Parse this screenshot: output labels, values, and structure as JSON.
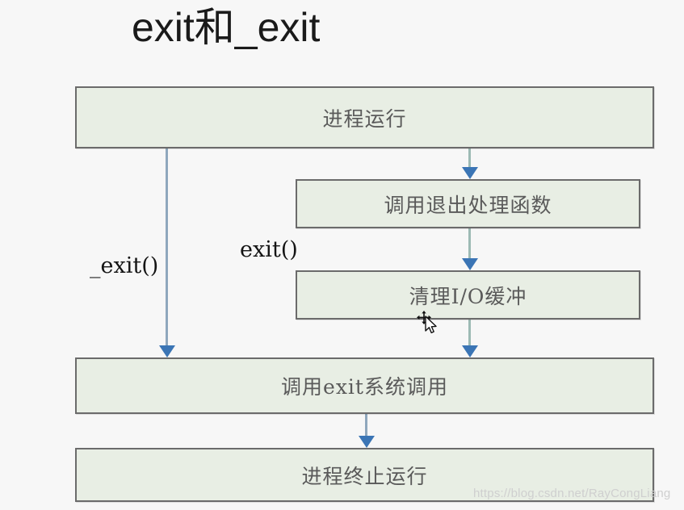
{
  "title": "exit和_exit",
  "diagram": {
    "type": "flowchart",
    "nodes": [
      {
        "id": "process-running",
        "label": "进程运行"
      },
      {
        "id": "exit-handlers",
        "label": "调用退出处理函数"
      },
      {
        "id": "flush-io",
        "label": "清理I/O缓冲"
      },
      {
        "id": "exit-syscall",
        "label": "调用exit系统调用"
      },
      {
        "id": "process-end",
        "label": "进程终止运行"
      }
    ],
    "edges": [
      {
        "id": "exit-direct",
        "from": "process-running",
        "to": "exit-syscall",
        "label": "_exit()"
      },
      {
        "id": "to-handlers",
        "from": "process-running",
        "to": "exit-handlers",
        "label": "exit()"
      },
      {
        "id": "to-flush",
        "from": "exit-handlers",
        "to": "flush-io",
        "label": ""
      },
      {
        "id": "to-syscall",
        "from": "flush-io",
        "to": "exit-syscall",
        "label": ""
      },
      {
        "id": "to-end",
        "from": "exit-syscall",
        "to": "process-end",
        "label": ""
      }
    ],
    "labels": {
      "underscore_exit": "_exit()",
      "exit": "exit()"
    },
    "colors": {
      "box_fill": "#e8eee4",
      "box_border": "#6b6b6b",
      "box_text": "#5a5a5a",
      "arrow_head": "#3b75b5",
      "arrow_stem_blue": "#8fa7bd",
      "arrow_stem_teal": "#9dbab4",
      "page_background": "#f7f7f7",
      "title_text": "#1a1a1a",
      "watermark_text": "#cfcfcf"
    }
  },
  "watermark": "https://blog.csdn.net/RayCongLiang"
}
